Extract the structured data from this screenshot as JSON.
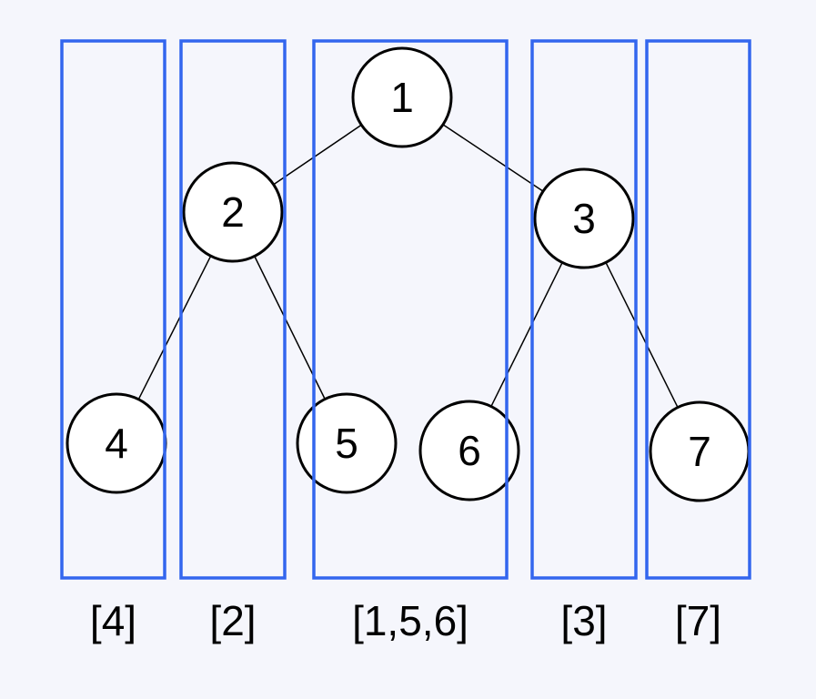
{
  "colors": {
    "background": "#f5f6fc",
    "column_border": "#3366ee",
    "node_fill": "#ffffff",
    "node_stroke": "#000000"
  },
  "tree": {
    "nodes": [
      {
        "id": "1",
        "label": "1"
      },
      {
        "id": "2",
        "label": "2"
      },
      {
        "id": "3",
        "label": "3"
      },
      {
        "id": "4",
        "label": "4"
      },
      {
        "id": "5",
        "label": "5"
      },
      {
        "id": "6",
        "label": "6"
      },
      {
        "id": "7",
        "label": "7"
      }
    ],
    "edges": [
      {
        "from": "1",
        "to": "2"
      },
      {
        "from": "1",
        "to": "3"
      },
      {
        "from": "2",
        "to": "4"
      },
      {
        "from": "2",
        "to": "5"
      },
      {
        "from": "3",
        "to": "6"
      },
      {
        "from": "3",
        "to": "7"
      }
    ]
  },
  "columns": [
    {
      "label": "[4]"
    },
    {
      "label": "[2]"
    },
    {
      "label": "[1,5,6]"
    },
    {
      "label": "[3]"
    },
    {
      "label": "[7]"
    }
  ]
}
